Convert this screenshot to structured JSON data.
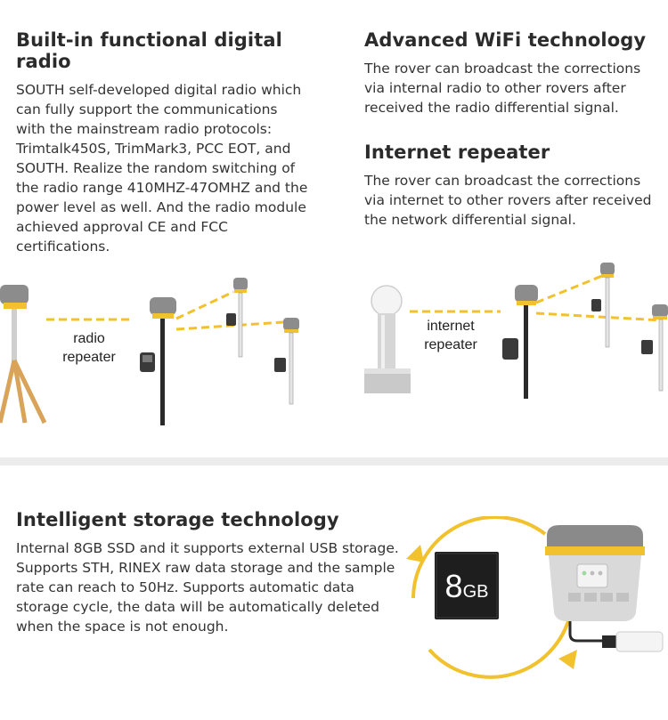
{
  "radio": {
    "title": "Built-in functional digital radio",
    "body": "SOUTH self-developed digital radio which can fully support the communications with the mainstream radio protocols: Trimtalk450S, TrimMark3, PCC EOT, and SOUTH. Realize the random switching of the radio range 410MHZ-47OMHZ and the power level as well. And the radio module achieved approval CE and FCC certifications.",
    "label_line1": "radio",
    "label_line2": "repeater"
  },
  "wifi": {
    "title": "Advanced WiFi technology",
    "body": "The rover can broadcast the corrections via internal radio to other rovers after received the radio differential signal."
  },
  "internet": {
    "title": "Internet repeater",
    "body": "The rover can broadcast the corrections via internet to other rovers after received the network differential signal.",
    "label_line1": "internet",
    "label_line2": "repeater"
  },
  "storage": {
    "title": "Intelligent storage technology",
    "body": "Internal 8GB SSD and it supports external USB storage. Supports STH, RINEX raw data storage and the sample rate can reach to 50Hz. Supports automatic data storage cycle, the data will be automatically deleted when the space is not enough.",
    "chip_number": "8",
    "chip_unit": "GB"
  },
  "colors": {
    "accent_yellow": "#f2c12e",
    "receiver_gray": "#9a9a9a",
    "divider": "#ececec"
  }
}
